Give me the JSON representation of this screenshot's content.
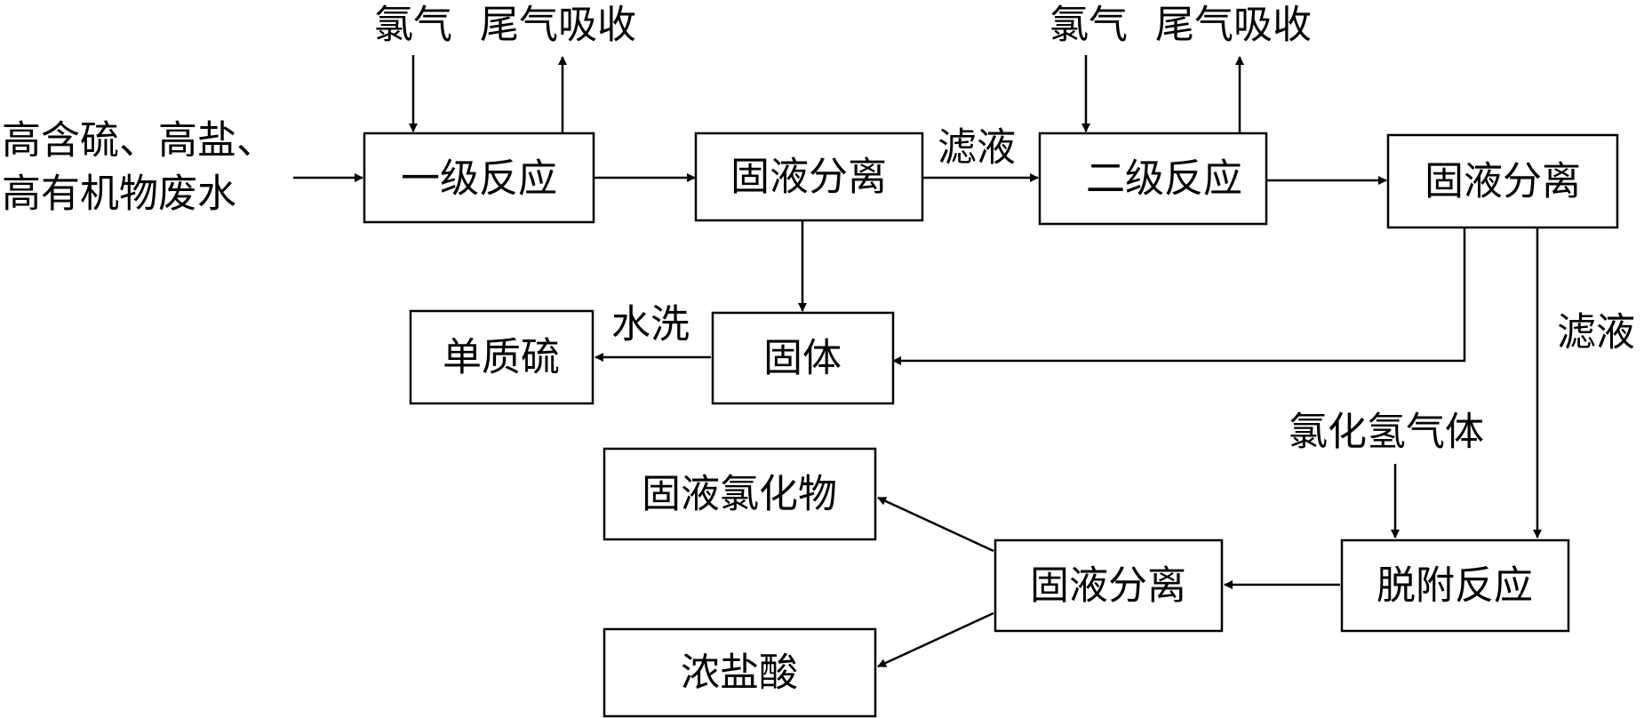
{
  "nodes": {
    "stage1": "一级反应",
    "sep1": "固液分离",
    "stage2": "二级反应",
    "sep2": "固液分离",
    "solid": "固体",
    "sulfur": "单质硫",
    "desorb": "脱附反应",
    "sep3": "固液分离",
    "chloride": "固液氯化物",
    "hcl": "浓盐酸"
  },
  "labels": {
    "feed_line1": "高含硫、高盐、",
    "feed_line2": "高有机物废水",
    "chlorine_1": "氯气",
    "tail_gas_1": "尾气吸收",
    "chlorine_2": "氯气",
    "tail_gas_2": "尾气吸收",
    "filtrate_1": "滤液",
    "filtrate_2": "滤液",
    "water_wash": "水洗",
    "hcl_gas": "氯化氢气体"
  }
}
